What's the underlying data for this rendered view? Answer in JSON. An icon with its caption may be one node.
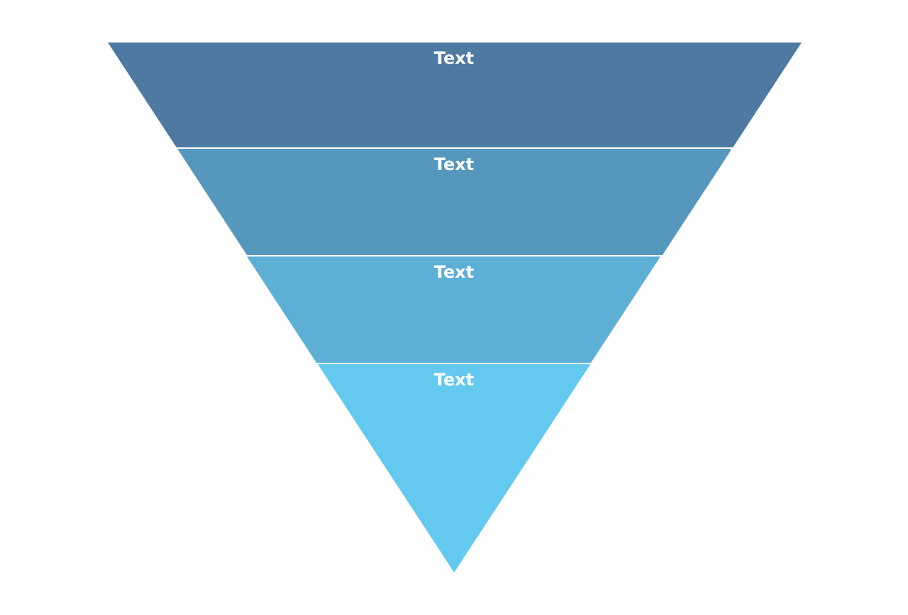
{
  "diagram": {
    "nodes": [
      {
        "text": [
          "Text"
        ]
      },
      {
        "text": [
          "Text"
        ]
      },
      {
        "text": [
          "Text"
        ]
      },
      {
        "text": [
          "Text"
        ]
      }
    ]
  }
}
